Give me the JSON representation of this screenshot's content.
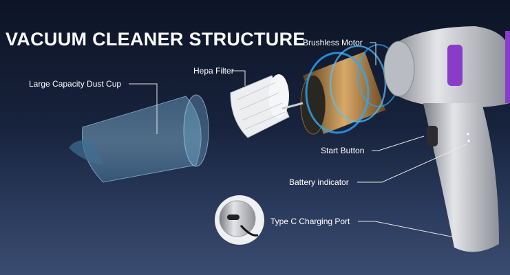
{
  "title": "VACUUM CLEANER STRUCTURE",
  "labels": {
    "motor": "Brushless Motor",
    "filter": "Hepa Filter",
    "dust_cup": "Large Capacity Dust Cup",
    "start_button": "Start Button",
    "battery": "Battery indicator",
    "charging_port": "Type C Charging Port"
  },
  "colors": {
    "accent": "#8a3cc8",
    "motor_glow": "#2aa8ff",
    "copper": "#b0834a"
  }
}
